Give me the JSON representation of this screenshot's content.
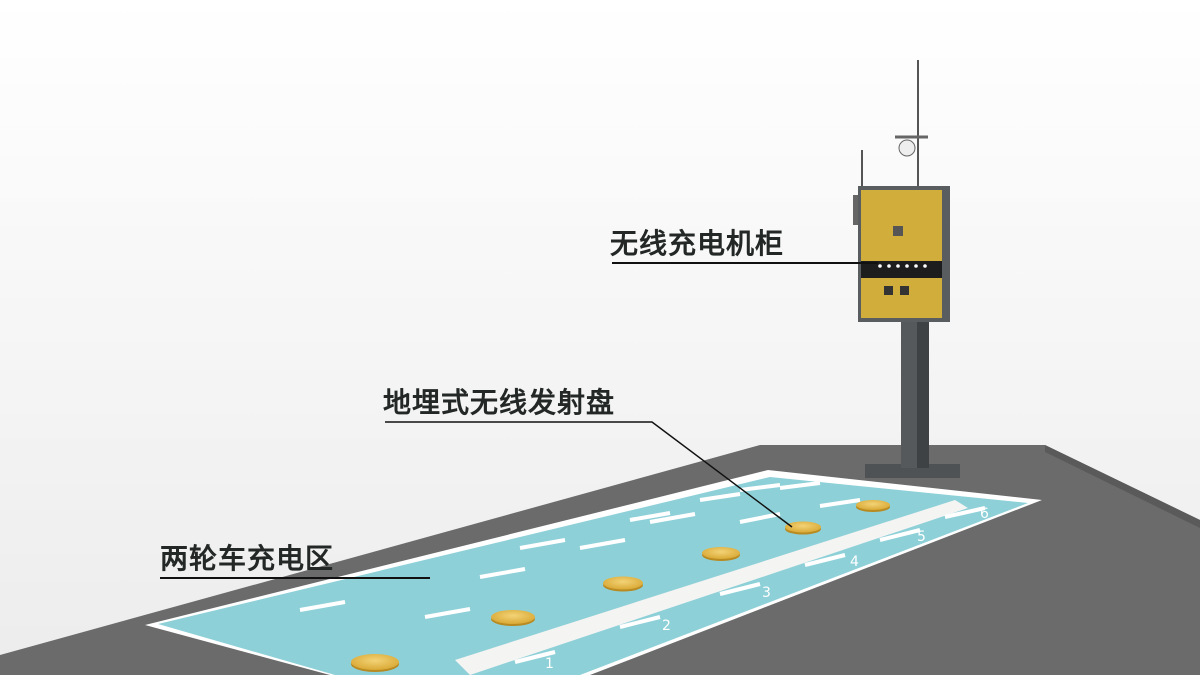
{
  "labels": {
    "cabinet": "无线充电机柜",
    "transmitter": "地埋式无线发射盘",
    "zone": "两轮车充电区"
  },
  "slot_numbers": [
    "1",
    "2",
    "3",
    "4",
    "5",
    "6"
  ],
  "colors": {
    "ground": "#6b6b6b",
    "zone": "#8ed0d8",
    "cabinet": "#d1ad3c",
    "pad": "#e8bd4a",
    "text": "#232826"
  }
}
